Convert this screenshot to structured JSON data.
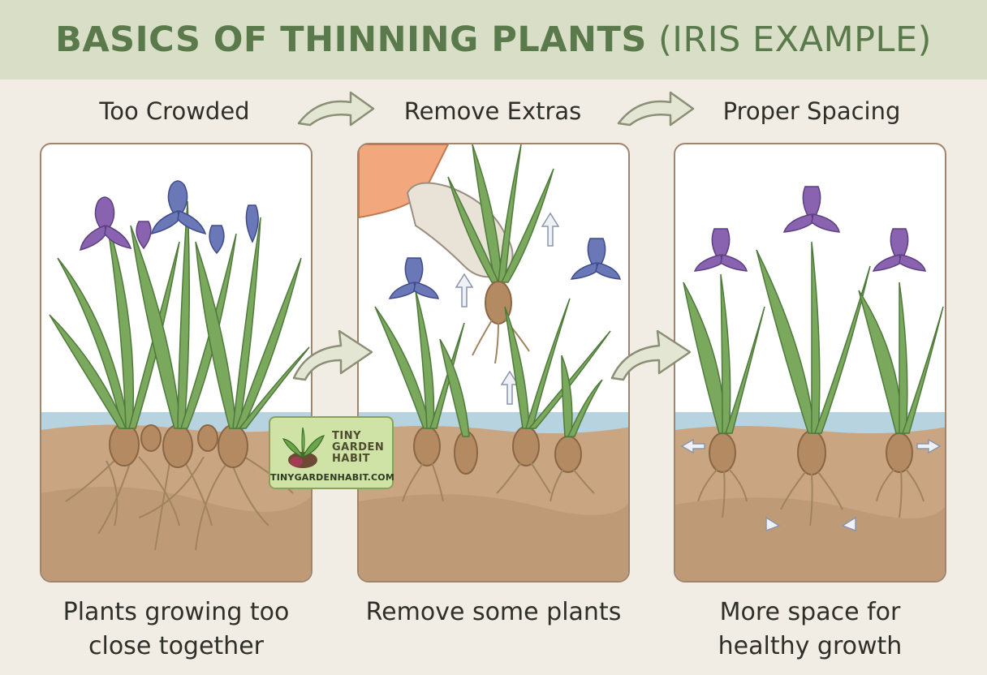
{
  "title": {
    "main": "BASICS OF THINNING PLANTS",
    "sub": " (IRIS EXAMPLE)"
  },
  "steps": [
    {
      "title": "Too Crowded",
      "caption_l1": "Plants growing too",
      "caption_l2": "close together"
    },
    {
      "title": "Remove Extras",
      "caption_l1": "Remove some plants",
      "caption_l2": ""
    },
    {
      "title": "Proper Spacing",
      "caption_l1": "More space for",
      "caption_l2": "healthy growth"
    }
  ],
  "badge": {
    "line1": "TINY",
    "line2": "GARDEN",
    "line3": "HABIT",
    "url": "TINYGARDENHABIT.COM"
  },
  "colors": {
    "banner": "#d9dfc6",
    "title_text": "#5a7a4c",
    "leaf": "#7aa85c",
    "iris_purple": "#8a63b0",
    "iris_blue": "#6a78b8",
    "soil": "#c9a582",
    "water": "#b7d3df",
    "arrow": "#e4e6d4"
  },
  "icons": {
    "flow_arrow": "curved-arrow-icon",
    "up_arrow": "up-arrow-icon",
    "spread_arrow": "spread-arrow-icon",
    "glove": "gloved-hand-icon",
    "logo": "tiny-garden-habit-logo"
  }
}
